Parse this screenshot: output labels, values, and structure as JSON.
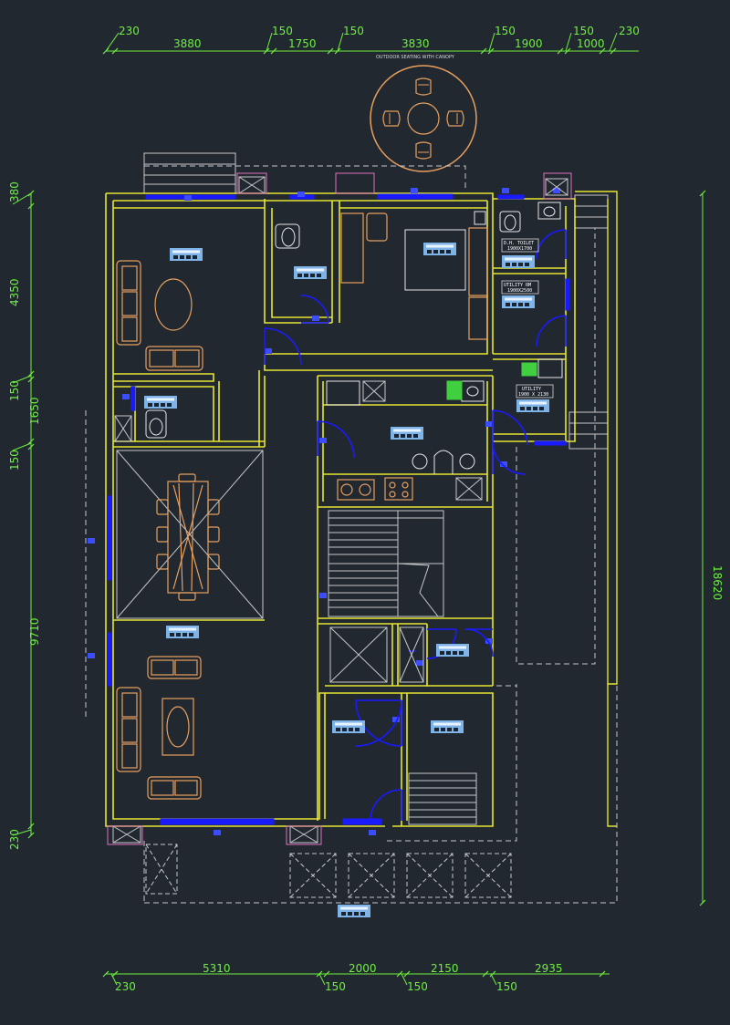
{
  "top_dims": {
    "t230a": "230",
    "t3880": "3880",
    "t150a": "150",
    "t1750": "1750",
    "t150b": "150",
    "t3830": "3830",
    "t150c": "150",
    "t1900": "1900",
    "t150d": "150",
    "t1000": "1000",
    "t230b": "230"
  },
  "outdoor_label": "OUTDOOR SEATING WITH CANOPY",
  "left_dims": {
    "l380": "380",
    "l4350": "4350",
    "l150a": "150",
    "l1650": "1650",
    "l150b": "150",
    "l9710": "9710",
    "l230": "230"
  },
  "right_dim": "18620",
  "bottom_dims": {
    "b5310": "5310",
    "b2000": "2000",
    "b2150": "2150",
    "b2935": "2935",
    "b230": "230",
    "b150a": "150",
    "b150b": "150",
    "b150c": "150"
  },
  "room_labels": {
    "dh_toilet": "D.H. TOILET",
    "dh_toilet_size": "1900X1700",
    "utility_rm": "UTILITY RM",
    "utility_rm_size": "1900X2500",
    "utility": "UTILITY",
    "utility_size": "1900 X 2130"
  },
  "colors": {
    "background": "#212830",
    "wall": "#e6e633",
    "dimension": "#6ef03f",
    "window": "#1a1aff",
    "furniture": "#e8a060",
    "hatch": "#c8c8c8",
    "tag": "#7eb4e8"
  }
}
